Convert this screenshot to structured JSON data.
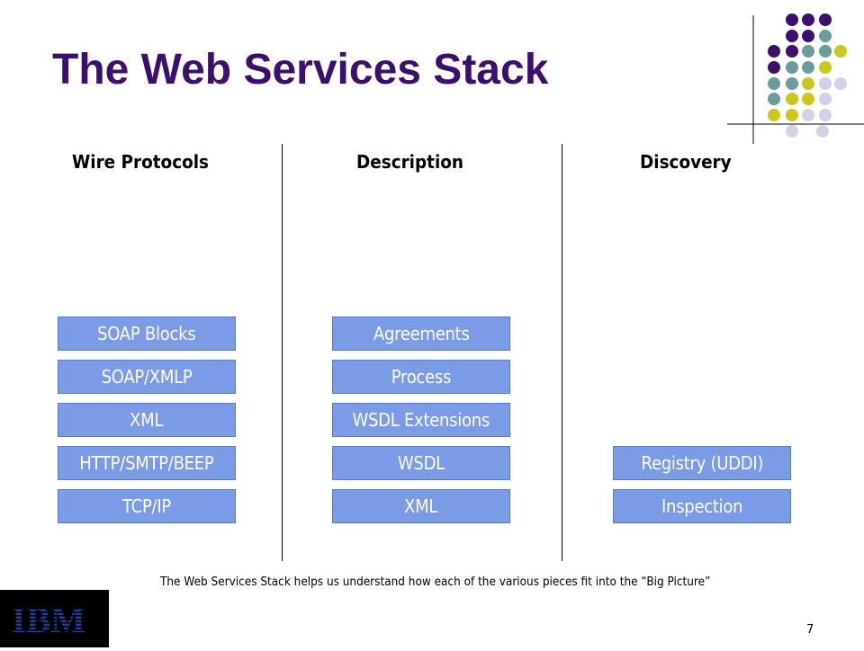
{
  "slide": {
    "title": "The Web Services Stack",
    "caption": "The Web Services Stack helps us understand how each of the various pieces fit into the “Big Picture”",
    "page_number": "7",
    "logo_text": "IBM"
  },
  "columns": [
    {
      "heading": "Wire Protocols",
      "boxes": [
        "SOAP Blocks",
        "SOAP/XMLP",
        "XML",
        "HTTP/SMTP/BEEP",
        "TCP/IP"
      ]
    },
    {
      "heading": "Description",
      "boxes": [
        "Agreements",
        "Process",
        "WSDL Extensions",
        "WSDL",
        "XML"
      ]
    },
    {
      "heading": "Discovery",
      "boxes": [
        "Registry (UDDI)",
        "Inspection"
      ]
    }
  ],
  "colors": {
    "title": "#3b0f6b",
    "box_fill": "#7b9be7",
    "dot_purple": "#3b0f6b",
    "dot_teal": "#6b9c9c",
    "dot_yellow": "#c8c81e",
    "dot_lavender": "#d2d2e6",
    "logo_blue": "#1f3fa0"
  }
}
